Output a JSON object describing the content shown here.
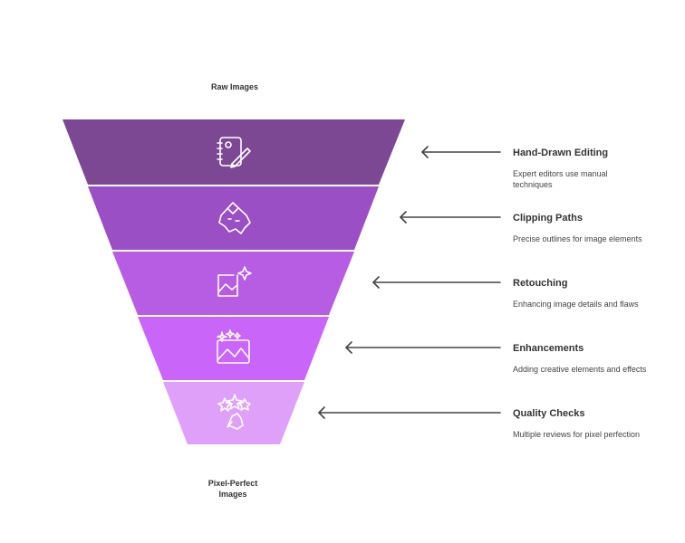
{
  "funnel": {
    "top_label": "Raw Images",
    "bottom_label_line1": "Pixel-Perfect",
    "bottom_label_line2": "Images",
    "stages": [
      {
        "title": "Hand-Drawn Editing",
        "description": "Expert editors use manual techniques",
        "color": "#7c4894",
        "icon": "notebook-pen-icon"
      },
      {
        "title": "Clipping Paths",
        "description": "Precise outlines for image elements",
        "color": "#9a4fc4",
        "icon": "clipped-mountain-icon"
      },
      {
        "title": "Retouching",
        "description": "Enhancing image details and flaws",
        "color": "#b65de4",
        "icon": "image-sparkle-icon"
      },
      {
        "title": "Enhancements",
        "description": "Adding creative elements and effects",
        "color": "#c965f8",
        "icon": "image-stars-icon"
      },
      {
        "title": "Quality Checks",
        "description": "Multiple reviews for pixel perfection",
        "color": "#dea0f8",
        "icon": "stars-hand-icon"
      }
    ]
  }
}
